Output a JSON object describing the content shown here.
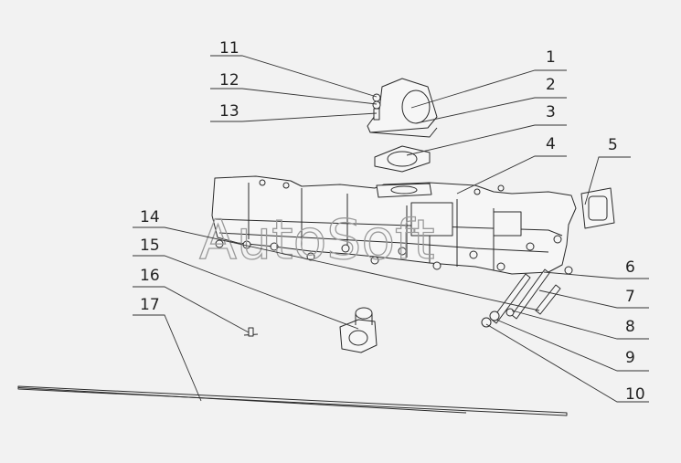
{
  "watermark": "AutoSoft",
  "callouts": [
    {
      "id": "callout-1",
      "number": "1"
    },
    {
      "id": "callout-2",
      "number": "2"
    },
    {
      "id": "callout-3",
      "number": "3"
    },
    {
      "id": "callout-4",
      "number": "4"
    },
    {
      "id": "callout-5",
      "number": "5"
    },
    {
      "id": "callout-6",
      "number": "6"
    },
    {
      "id": "callout-7",
      "number": "7"
    },
    {
      "id": "callout-8",
      "number": "8"
    },
    {
      "id": "callout-9",
      "number": "9"
    },
    {
      "id": "callout-10",
      "number": "10"
    },
    {
      "id": "callout-11",
      "number": "11"
    },
    {
      "id": "callout-12",
      "number": "12"
    },
    {
      "id": "callout-13",
      "number": "13"
    },
    {
      "id": "callout-14",
      "number": "14"
    },
    {
      "id": "callout-15",
      "number": "15"
    },
    {
      "id": "callout-16",
      "number": "16"
    },
    {
      "id": "callout-17",
      "number": "17"
    }
  ]
}
